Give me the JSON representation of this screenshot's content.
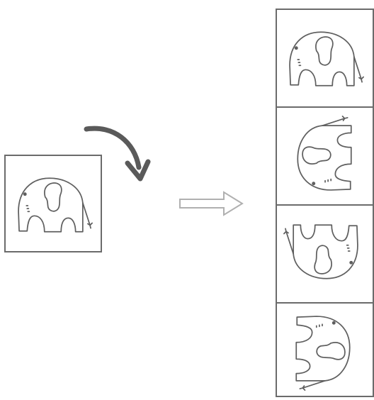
{
  "figure": {
    "colors": {
      "stroke": "#5f5f5f",
      "frame": "#6b6b6b",
      "rotate_arrow": "#5a5a5a",
      "implies_arrow": "#b0b0b0",
      "background": "#ffffff"
    },
    "icons": {
      "source": "elephant-icon",
      "rotate": "clockwise-rotate-arrow-icon",
      "implies": "hollow-right-arrow-icon"
    },
    "options": [
      {
        "rotation_deg": 0
      },
      {
        "rotation_deg": 270
      },
      {
        "rotation_deg": 180
      },
      {
        "rotation_deg": 90
      }
    ]
  }
}
